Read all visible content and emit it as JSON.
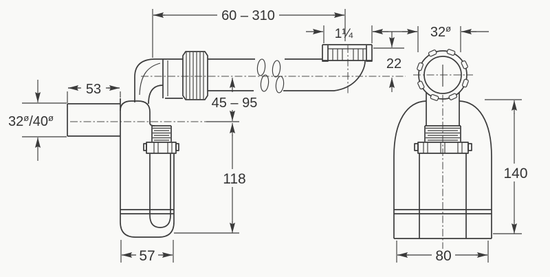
{
  "drawing": {
    "type": "technical-drawing",
    "subject": "bottle-trap-siphon-two-views",
    "colors": {
      "background": "#f9f9f7",
      "line": "#3b3b3b",
      "text": "#333333"
    },
    "dimensions": {
      "outlet_length": {
        "value": "60 – 310"
      },
      "outlet_thread": {
        "value": "1¼"
      },
      "outlet_diameter_top": {
        "value": "32",
        "dia": "ø"
      },
      "collar_drop": {
        "value": "22"
      },
      "inlet_length": {
        "value": "53"
      },
      "inlet_diameter": {
        "v1": "32",
        "s1": "ø",
        "slash": "/",
        "v2": "40",
        "s2": "ø"
      },
      "height_adjust": {
        "value": "45 – 95"
      },
      "trap_depth": {
        "value": "118"
      },
      "front_height": {
        "value": "140"
      },
      "cup_width": {
        "value": "57"
      },
      "front_width": {
        "value": "80"
      }
    }
  }
}
